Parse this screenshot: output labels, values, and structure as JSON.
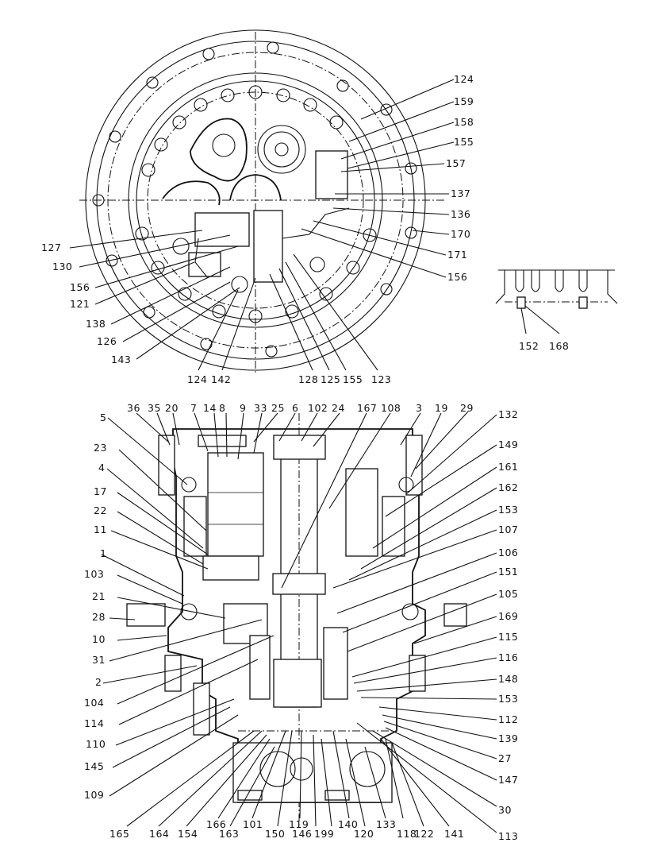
{
  "top_view": {
    "callouts_right": [
      "124",
      "159",
      "158",
      "155",
      "157",
      "137",
      "136",
      "170",
      "171",
      "156"
    ],
    "callouts_left": [
      "127",
      "130",
      "156",
      "121",
      "138",
      "126",
      "143"
    ],
    "callouts_bottom": [
      "124",
      "142",
      "128",
      "125",
      "155",
      "123"
    ]
  },
  "detail_view": {
    "callouts": [
      "152",
      "168"
    ]
  },
  "section_view": {
    "callouts_top": [
      "36",
      "35",
      "20",
      "7",
      "14",
      "8",
      "9",
      "33",
      "25",
      "6",
      "102",
      "24",
      "167",
      "108",
      "3",
      "19",
      "29"
    ],
    "callouts_left": [
      "5",
      "23",
      "4",
      "17",
      "22",
      "11",
      "1",
      "103",
      "21",
      "28",
      "10",
      "31",
      "2",
      "104",
      "114",
      "110",
      "145",
      "109"
    ],
    "callouts_right": [
      "132",
      "149",
      "161",
      "162",
      "153",
      "107",
      "106",
      "151",
      "105",
      "169",
      "115",
      "116",
      "148",
      "153",
      "112",
      "139",
      "27",
      "147",
      "30",
      "113"
    ],
    "callouts_bottom": [
      "165",
      "164",
      "154",
      "166",
      "163",
      "101",
      "150",
      "119",
      "146",
      "199",
      "140",
      "120",
      "133",
      "118",
      "122",
      "141"
    ]
  }
}
